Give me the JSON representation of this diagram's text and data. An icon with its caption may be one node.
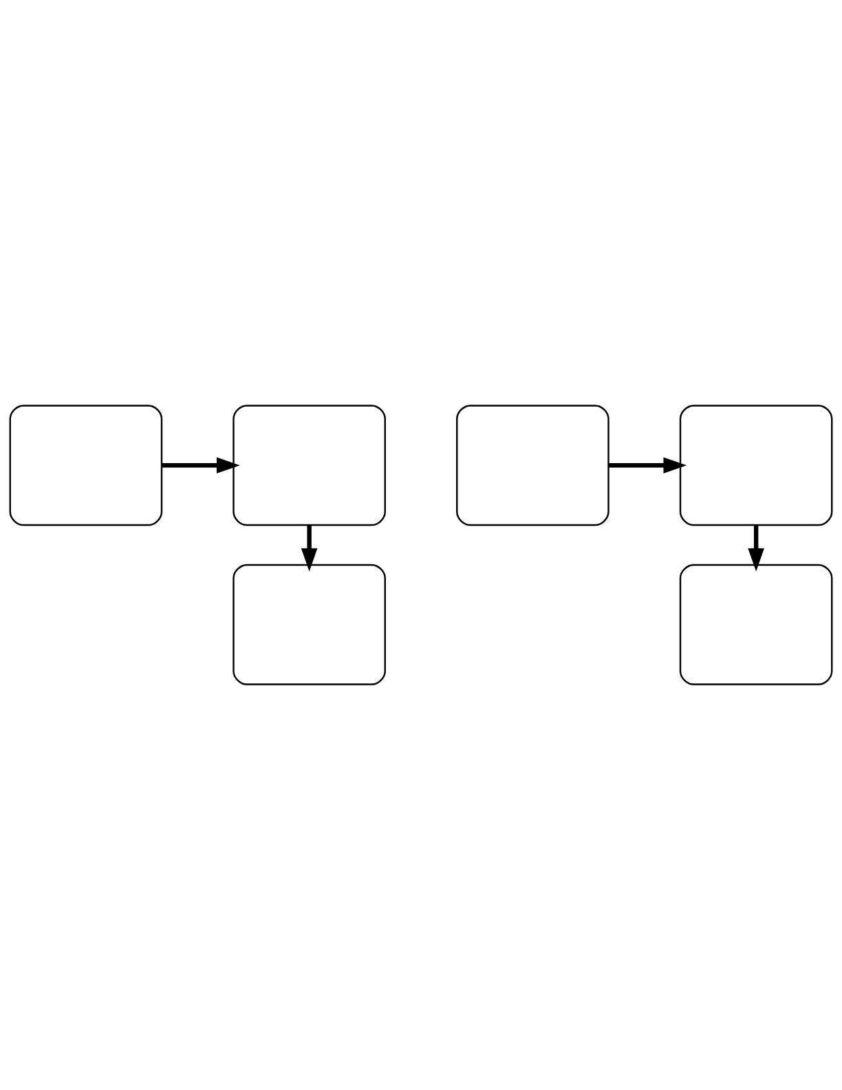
{
  "diagram": {
    "nodes": [
      {
        "text": [],
        "shape": "box"
      },
      {
        "text": [],
        "shape": "box"
      },
      {
        "text": [],
        "shape": "box"
      },
      {
        "text": [],
        "shape": "box"
      },
      {
        "text": [],
        "shape": "box"
      },
      {
        "text": [],
        "shape": "box"
      }
    ],
    "edges": [
      {
        "from": 0,
        "to": 1,
        "arrow": "to"
      },
      {
        "from": 1,
        "to": 2,
        "arrow": "to"
      },
      {
        "from": 3,
        "to": 4,
        "arrow": "to"
      },
      {
        "from": 4,
        "to": 5,
        "arrow": "to"
      }
    ]
  }
}
